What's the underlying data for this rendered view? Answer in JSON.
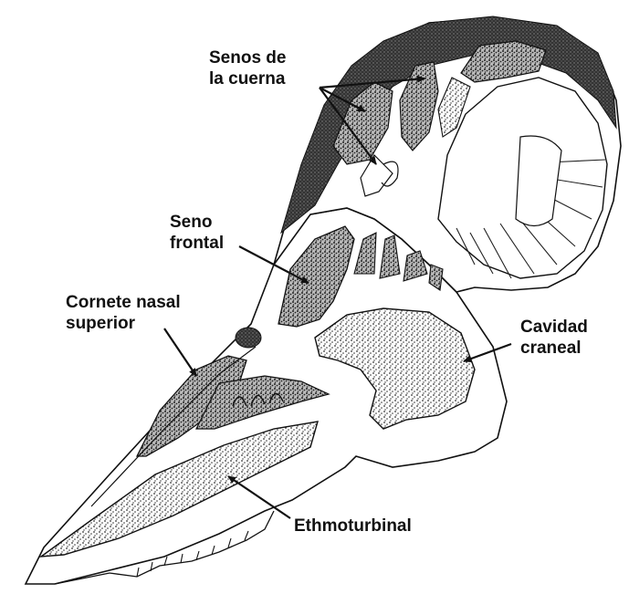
{
  "labels": {
    "horn_sinuses": [
      "Senos de",
      "la cuerna"
    ],
    "frontal_sinus": [
      "Seno",
      "frontal"
    ],
    "superior_nasal_concha": [
      "Cornete nasal",
      "superior"
    ],
    "cranial_cavity": [
      "Cavidad",
      "craneal"
    ],
    "ethmoturbinal": "Ethmoturbinal"
  },
  "colors": {
    "ink": "#111111",
    "stipple": "#444444",
    "background": "#ffffff"
  }
}
